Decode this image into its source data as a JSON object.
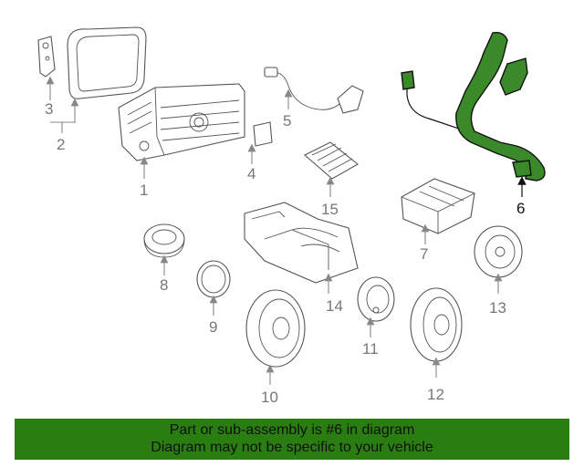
{
  "diagram": {
    "highlight_color": "#3b8a2a",
    "callouts": {
      "c1": "1",
      "c2": "2",
      "c3": "3",
      "c4": "4",
      "c5": "5",
      "c6": "6",
      "c7": "7",
      "c8": "8",
      "c9": "9",
      "c10": "10",
      "c11": "11",
      "c12": "12",
      "c13": "13",
      "c14": "14",
      "c15": "15"
    }
  },
  "banner": {
    "background": "#2a7d10",
    "line1": "Part or sub-assembly is #6 in diagram",
    "line2": "Diagram may not be specific to your vehicle"
  }
}
